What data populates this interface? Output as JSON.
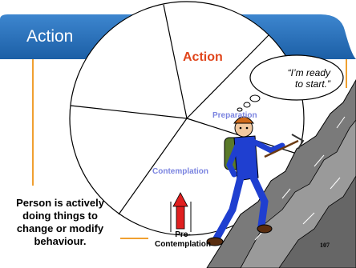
{
  "slide": {
    "title": "Action",
    "description": "Person is actively doing things to change or modify behaviour.",
    "page_number": "107"
  },
  "wheel": {
    "stages": {
      "action": "Action",
      "preparation": "Preparation",
      "contemplation": "Contemplation",
      "pre_contemplation_line1": "Pre-",
      "pre_contemplation_line2": "Contemplation"
    }
  },
  "speech": {
    "line1": "“I’m ready",
    "line2": "to start.”"
  },
  "colors": {
    "title_bar": "#1f6bb4",
    "accent_line": "#f0a030",
    "action_text": "#e0451b",
    "stage_text": "#7b84e0",
    "arrow": "#e02020"
  }
}
